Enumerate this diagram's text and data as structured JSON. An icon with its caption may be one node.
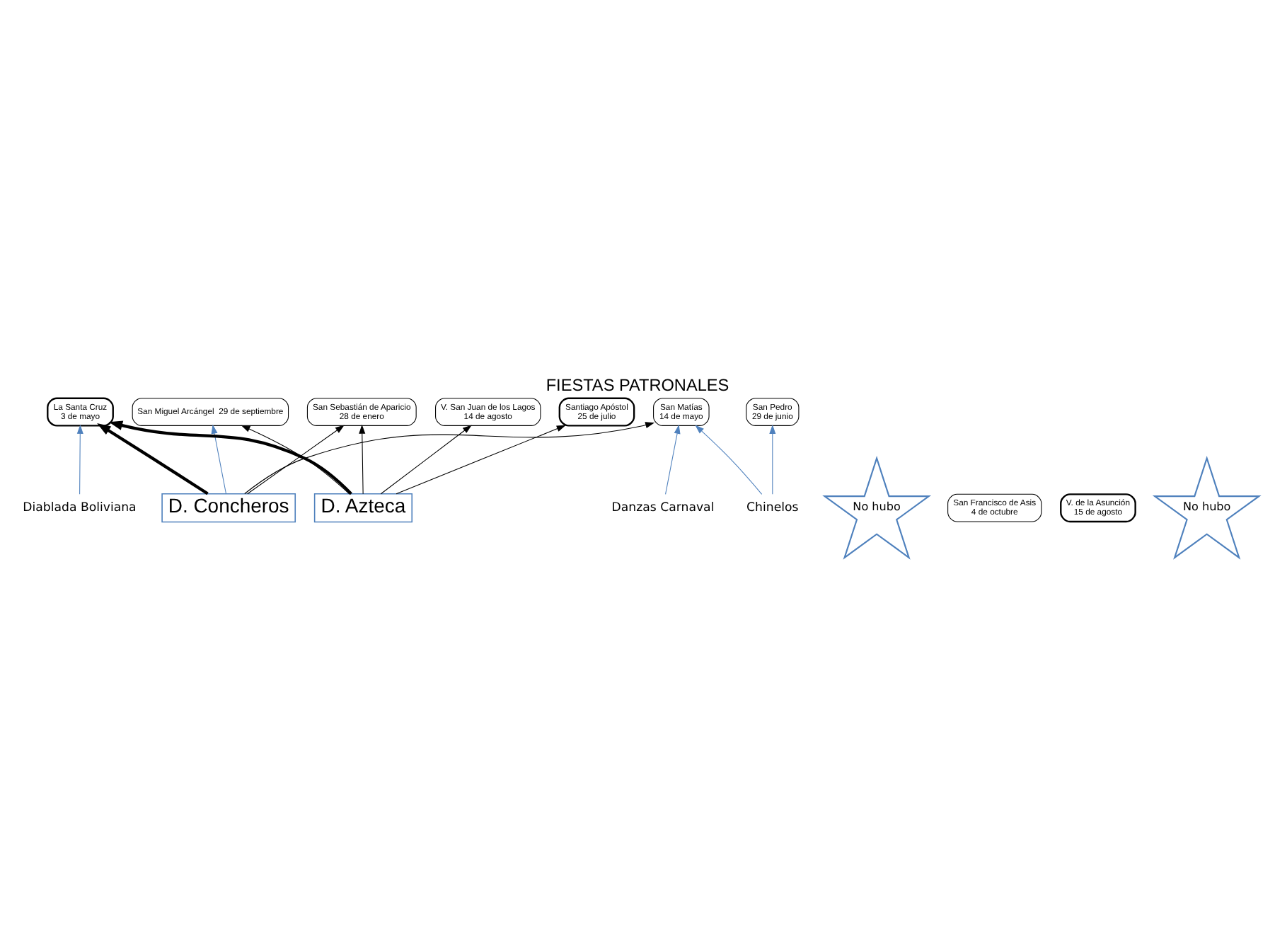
{
  "diagram": {
    "title": "FIESTAS PATRONALES",
    "nodes": [
      {
        "text": [
          "Diablada Boliviana"
        ]
      },
      {
        "text": [
          "Danzas Carnaval"
        ]
      },
      {
        "text": [
          "La Santa Cruz",
          "3 de mayo"
        ]
      },
      {
        "text": [
          "San Sebastián de Aparicio",
          "28 de enero"
        ]
      },
      {
        "text": [
          "San Matías",
          "14 de mayo"
        ]
      },
      {
        "text": [
          "No hubo"
        ]
      },
      {
        "text": [
          "Chinelos"
        ]
      },
      {
        "text": [
          "San Francisco de Asis",
          "4 de octubre"
        ]
      },
      {
        "text": [
          "San Pedro",
          "29 de junio"
        ]
      },
      {
        "text": [
          "D. Concheros"
        ]
      },
      {
        "text": [
          "D. Azteca"
        ]
      },
      {
        "text": [
          "San Miguel Arcángel  29 de septiembre"
        ]
      },
      {
        "text": [
          "Santiago Apóstol",
          "25 de julio"
        ]
      },
      {
        "text": [
          "V. de la Asunción",
          "15 de agosto"
        ]
      },
      {
        "text": [
          "V. San Juan de los Lagos",
          "14 de agosto"
        ]
      },
      {
        "text": [
          "No hubo"
        ]
      }
    ],
    "edges": [
      {
        "from": 0,
        "to": 2,
        "arrow": "to",
        "color": "#4f81bd"
      },
      {
        "from": 1,
        "to": 4,
        "arrow": "to",
        "color": "#4f81bd"
      },
      {
        "from": 6,
        "to": 4,
        "arrow": "to",
        "color": "#4f81bd"
      },
      {
        "from": 6,
        "to": 8,
        "arrow": "to",
        "color": "#4f81bd"
      },
      {
        "from": 9,
        "to": 2,
        "arrow": "to",
        "style": "thick"
      },
      {
        "from": 10,
        "to": 2,
        "arrow": "to",
        "style": "thick"
      },
      {
        "from": 9,
        "to": 3,
        "arrow": "to"
      },
      {
        "from": 10,
        "to": 3,
        "arrow": "to"
      },
      {
        "from": 9,
        "to": 4,
        "arrow": "to"
      },
      {
        "from": 9,
        "to": 11,
        "arrow": "to",
        "color": "#4f81bd"
      },
      {
        "from": 10,
        "to": 11,
        "arrow": "to"
      },
      {
        "from": 10,
        "to": 12,
        "arrow": "to"
      },
      {
        "from": 10,
        "to": 14,
        "arrow": "to"
      }
    ]
  }
}
